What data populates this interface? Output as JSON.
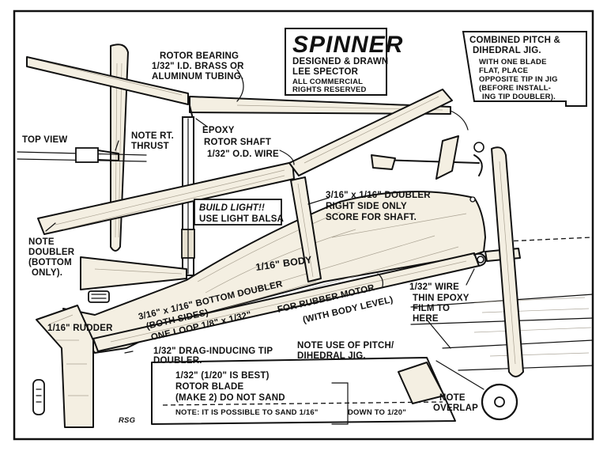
{
  "title_block": {
    "title": "SPINNER",
    "line1": "DESIGNED & DRAWN",
    "line2": "LEE SPECTOR",
    "line3": "ALL COMMERCIAL",
    "line4": "RIGHTS RESERVED"
  },
  "jig_note": {
    "line1": "COMBINED PITCH &",
    "line2": "DIHEDRAL JIG.",
    "line3": "WITH ONE BLADE",
    "line4": "FLAT, PLACE",
    "line5": "OPPOSITE TIP IN JIG",
    "line6": "(BEFORE INSTALL-",
    "line7": "ING TIP DOUBLER)."
  },
  "labels": {
    "rotor_bearing_1": "ROTOR BEARING",
    "rotor_bearing_2": "1/32\" I.D. BRASS OR",
    "rotor_bearing_3": "ALUMINUM TUBING.",
    "top_view": "TOP VIEW",
    "note_thrust_1": "NOTE RT.",
    "note_thrust_2": "THRUST",
    "epoxy": "EPOXY",
    "rotor_shaft_1": "ROTOR SHAFT",
    "rotor_shaft_2": "1/32\" O.D. WIRE",
    "build_light_1": "BUILD LIGHT!!",
    "build_light_2": "USE LIGHT BALSA",
    "doubler_1": "3/16\" x 1/16\" DOUBLER",
    "doubler_2": "RIGHT SIDE ONLY",
    "doubler_3": "SCORE FOR SHAFT.",
    "note_doubler_1": "NOTE",
    "note_doubler_2": "DOUBLER",
    "note_doubler_3": "(BOTTOM",
    "note_doubler_4": "ONLY).",
    "body": "1/16\" BODY",
    "bottom_doubler_1": "3/16\" x 1/16\" BOTTOM DOUBLER",
    "bottom_doubler_2": "(BOTH SIDES)",
    "rubber_motor_1": "FOR RUBBER MOTOR",
    "rubber_motor_2": "(WITH BODY LEVEL)",
    "one_loop": "ONE LOOP 1/8\" x 1/32\"",
    "rudder": "1/16\" RUDDER",
    "wire": "1/32\" WIRE",
    "epoxy_film_1": "THIN EPOXY",
    "epoxy_film_2": "FILM TO",
    "epoxy_film_3": "HERE",
    "drag_tip_1": "1/32\" DRAG-INDUCING TIP",
    "drag_tip_2": "DOUBLER.",
    "pitch_jig_1": "NOTE USE OF PITCH/",
    "pitch_jig_2": "DIHEDRAL JIG.",
    "rotor_blade_1": "1/32\" (1/20\" IS BEST)",
    "rotor_blade_2": "ROTOR BLADE",
    "rotor_blade_3": "(MAKE 2) DO NOT SAND",
    "sand_note_a": "NOTE: IT IS POSSIBLE TO SAND 1/16\"",
    "sand_note_b": "DOWN TO 1/20\"",
    "overlap_1": "NOTE",
    "overlap_2": "OVERLAP",
    "signature": "RSG"
  }
}
